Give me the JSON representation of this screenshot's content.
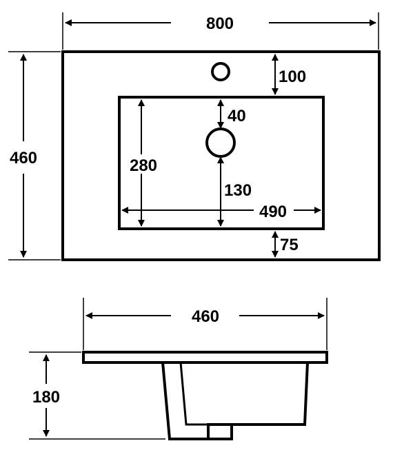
{
  "dimensions": {
    "top_width": "800",
    "top_depth": "460",
    "faucet_to_edge": "100",
    "drain_to_faucet": "40",
    "bowl_depth": "280",
    "drain_to_bowl_front": "130",
    "bowl_width": "490",
    "bowl_to_front": "75",
    "side_depth": "460",
    "side_height": "180"
  },
  "colors": {
    "line": "#000000",
    "background": "#ffffff"
  }
}
